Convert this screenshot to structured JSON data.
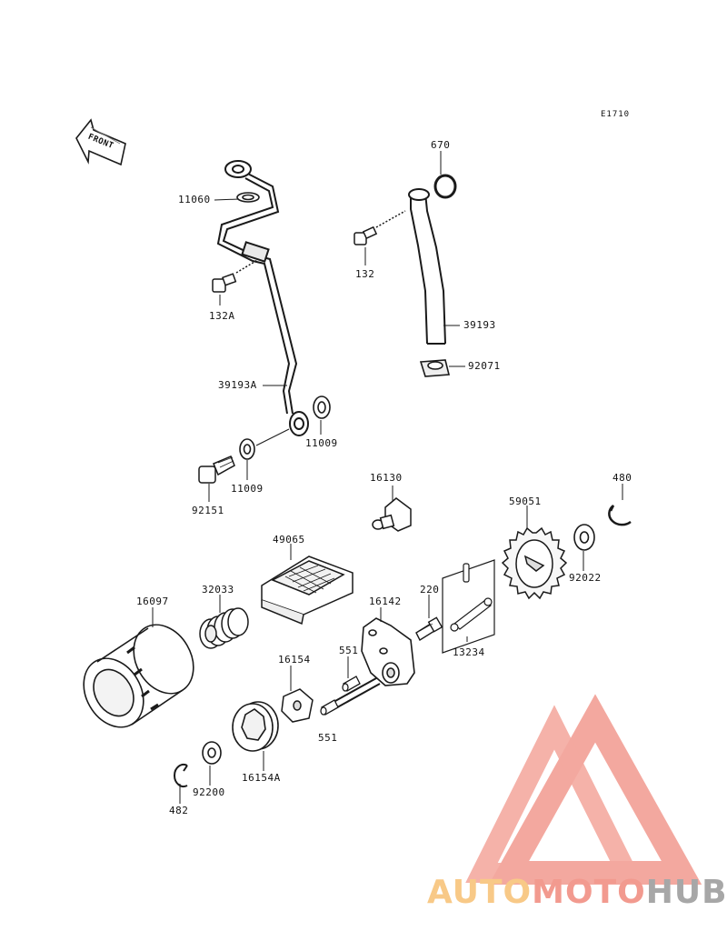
{
  "diagram": {
    "code": "E1710",
    "front_label": "FRONT",
    "colors": {
      "line": "#1a1a1a",
      "part_fill": "#f4f4f4",
      "shade": "#cfcfcf"
    },
    "part_labels": [
      "11060",
      "132A",
      "39193A",
      "11009",
      "11009",
      "92151",
      "670",
      "132",
      "39193",
      "92071",
      "16130",
      "480",
      "59051",
      "49065",
      "92022",
      "16097",
      "32033",
      "220",
      "16142",
      "13234",
      "551",
      "16154",
      "551",
      "16154A",
      "92200",
      "482"
    ]
  },
  "watermark": {
    "part1": "AUTO",
    "part2": "MOTO",
    "part3": "HUB",
    "colors": {
      "part1": "#f8c987",
      "part2": "#f29a8f",
      "part3": "#a7a7a7",
      "logo": "#f29a8f"
    }
  }
}
